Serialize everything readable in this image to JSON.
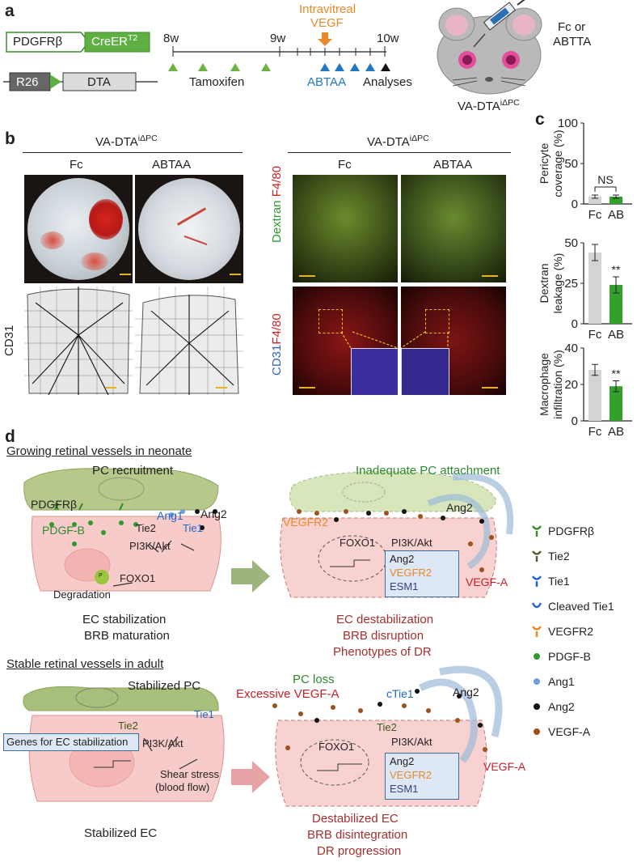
{
  "panel_labels": {
    "a": "a",
    "b": "b",
    "c": "c",
    "d": "d"
  },
  "panel_a": {
    "construct1_left": "PDGFRβ",
    "construct1_right": "CreER",
    "construct1_right_sup": "T2",
    "construct2_left": "R26",
    "construct2_right": "DTA",
    "week_labels": [
      "8w",
      "9w",
      "10w"
    ],
    "injection_label_1": "Intravitreal",
    "injection_label_2": "VEGF",
    "tamoxifen": "Tamoxifen",
    "abtaa": "ABTAA",
    "analyses": "Analyses",
    "mouse_treatment_1": "Fc or",
    "mouse_treatment_2": "ABTTA",
    "mouse_label": "VA-DTA",
    "mouse_label_sup": "iΔPC",
    "colors": {
      "tamoxifen": "#6db33f",
      "abtaa": "#1f78c1",
      "injection": "#e8892b"
    }
  },
  "panel_b": {
    "group_title_left": "VA-DTA",
    "group_title_left_sup": "iΔPC",
    "group_title_right": "VA-DTA",
    "group_title_right_sup": "iΔPC",
    "col_fc_left": "Fc",
    "col_ab_left": "ABTAA",
    "col_fc_right": "Fc",
    "col_ab_right": "ABTAA",
    "row_cd31": "CD31",
    "row_dextran_1": "Dextran",
    "row_dextran_2": "F4/80",
    "row_cd31f4_1": "CD31",
    "row_cd31f4_2": "F4/80"
  },
  "panel_c": {
    "chart_data": [
      {
        "type": "bar",
        "ylabel": "Pericyte coverage (%)",
        "categories": [
          "Fc",
          "AB"
        ],
        "values": [
          9,
          9
        ],
        "errors": [
          2,
          2
        ],
        "ylim": [
          0,
          100
        ],
        "yticks": [
          0,
          50,
          100
        ],
        "annotation": "NS",
        "colors": [
          "#d4d4d4",
          "#33a02c"
        ]
      },
      {
        "type": "bar",
        "ylabel": "Dextran leakage (%)",
        "categories": [
          "Fc",
          "AB"
        ],
        "values": [
          44,
          24
        ],
        "errors": [
          5,
          5
        ],
        "ylim": [
          0,
          50
        ],
        "yticks": [
          0,
          25,
          50
        ],
        "annotation": "**",
        "colors": [
          "#d4d4d4",
          "#33a02c"
        ]
      },
      {
        "type": "bar",
        "ylabel": "Macrophage infiltration (%)",
        "categories": [
          "Fc",
          "AB"
        ],
        "values": [
          28,
          19
        ],
        "errors": [
          3,
          3
        ],
        "ylim": [
          0,
          40
        ],
        "yticks": [
          0,
          20,
          40
        ],
        "annotation": "**",
        "colors": [
          "#d4d4d4",
          "#33a02c"
        ]
      }
    ]
  },
  "panel_d": {
    "section1_title": "Growing retinal vessels in neonate",
    "section2_title": "Stable retinal vessels in adult",
    "pc_recruitment": "PC recruitment",
    "pdgfrb": "PDGFRβ",
    "pdgfb": "PDGF-B",
    "ang1": "Ang1",
    "ang2": "Ang2",
    "tie2": "Tie2",
    "tie1": "Tie1",
    "pi3k": "PI3K/Akt",
    "foxo1": "FOXO1",
    "p": "P",
    "degradation": "Degradation",
    "ec_stab": "EC stabilization",
    "brb_mat": "BRB maturation",
    "inadequate": "Inadequate PC attachment",
    "vegfr2": "VEGFR2",
    "vegfa": "VEGF-A",
    "box_genes": [
      "Ang2",
      "VEGFR2",
      "ESM1"
    ],
    "ec_destab": "EC destabilization",
    "brb_disrupt": "BRB disruption",
    "phenotypes": "Phenotypes of DR",
    "stabilized_pc": "Stabilized PC",
    "genes_for_ec": "Genes for EC stabilization",
    "shear1": "Shear stress",
    "shear2": "(blood flow)",
    "stabilized_ec": "Stabilized EC",
    "pc_loss": "PC loss",
    "excessive": "Excessive VEGF-A",
    "ctie1": "cTie1",
    "destab_ec": "Destabilized EC",
    "brb_disint": "BRB disintegration",
    "dr_prog": "DR progression",
    "legend": [
      {
        "label": "PDGFRβ",
        "icon": "pdgfrb-receptor",
        "color": "#3c8c2b"
      },
      {
        "label": "Tie2",
        "icon": "tie2-receptor",
        "color": "#5b5d2e"
      },
      {
        "label": "Tie1",
        "icon": "tie1-receptor",
        "color": "#1f67c9"
      },
      {
        "label": "Cleaved Tie1",
        "icon": "cleaved-tie1",
        "color": "#1f67c9"
      },
      {
        "label": "VEGFR2",
        "icon": "vegfr2-receptor",
        "color": "#e8892b"
      },
      {
        "label": "PDGF-B",
        "icon": "pdgfb-dot",
        "color": "#2e9a2e"
      },
      {
        "label": "Ang1",
        "icon": "ang1-dot",
        "color": "#6f9ed8"
      },
      {
        "label": "Ang2",
        "icon": "ang2-dot",
        "color": "#111111"
      },
      {
        "label": "VEGF-A",
        "icon": "vegfa-dot",
        "color": "#a0521c"
      }
    ]
  }
}
